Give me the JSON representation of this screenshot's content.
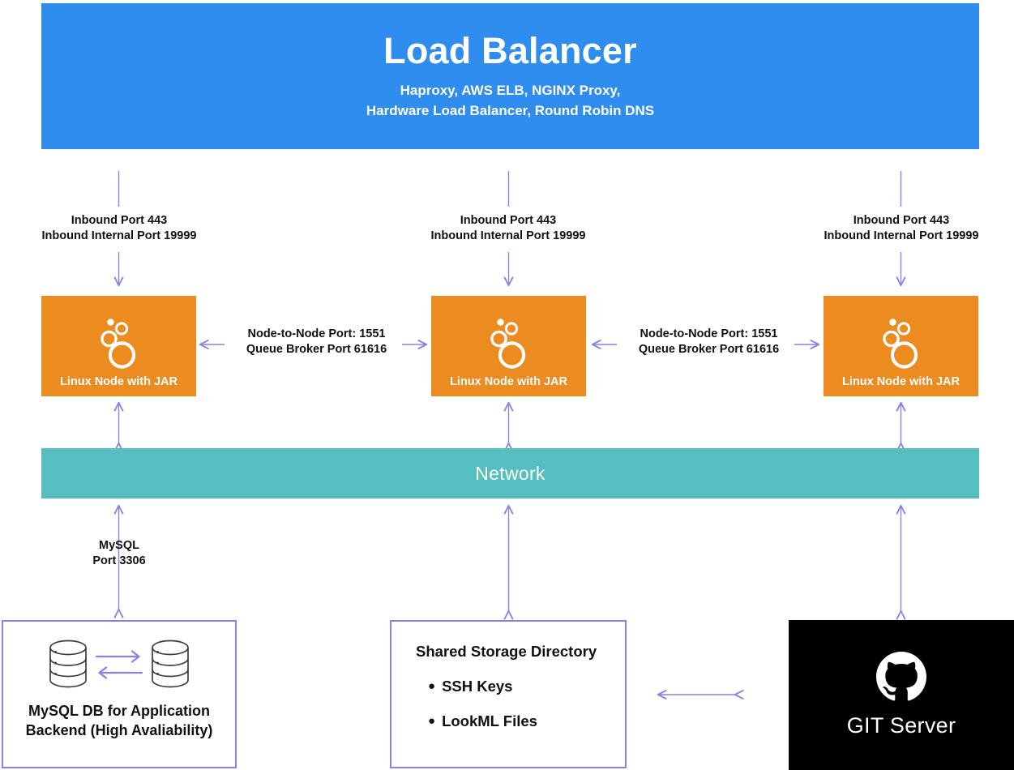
{
  "colors": {
    "load_balancer_blue": "#2E8DEE",
    "node_orange": "#EC8B1F",
    "network_teal": "#54BEC0",
    "connector_purple": "#8B7FE8",
    "git_black": "#000000",
    "text_dark": "#111111",
    "white": "#ffffff"
  },
  "load_balancer": {
    "title": "Load Balancer",
    "subtitle_line1": "Haproxy, AWS ELB, NGINX Proxy,",
    "subtitle_line2": "Hardware Load Balancer, Round Robin DNS"
  },
  "inbound_connectors": [
    {
      "line1": "Inbound Port 443",
      "line2": "Inbound Internal Port 19999"
    },
    {
      "line1": "Inbound Port 443",
      "line2": "Inbound Internal Port 19999"
    },
    {
      "line1": "Inbound Port 443",
      "line2": "Inbound Internal Port 19999"
    }
  ],
  "nodes": [
    {
      "label": "Linux Node with JAR",
      "icon": "looker-logo-icon"
    },
    {
      "label": "Linux Node with JAR",
      "icon": "looker-logo-icon"
    },
    {
      "label": "Linux Node with JAR",
      "icon": "looker-logo-icon"
    }
  ],
  "node_to_node_connectors": [
    {
      "line1": "Node-to-Node Port: 1551",
      "line2": "Queue Broker Port 61616"
    },
    {
      "line1": "Node-to-Node Port: 1551",
      "line2": "Queue Broker Port 61616"
    }
  ],
  "network": {
    "label": "Network"
  },
  "mysql_connector": {
    "line1": "MySQL",
    "line2": "Port 3306"
  },
  "mysql_db": {
    "caption_line1": "MySQL DB for Application",
    "caption_line2": "Backend (High Avaliability)",
    "icon_left": "database-cylinder-icon",
    "icon_right": "database-cylinder-icon",
    "replication_arrow_right": "arrow-right-icon",
    "replication_arrow_left": "arrow-left-icon"
  },
  "shared_storage": {
    "title": "Shared Storage Directory",
    "bullet": "●",
    "items": [
      "SSH Keys",
      "LookML Files"
    ]
  },
  "git_server": {
    "label": "GIT Server",
    "icon": "github-octocat-icon"
  }
}
